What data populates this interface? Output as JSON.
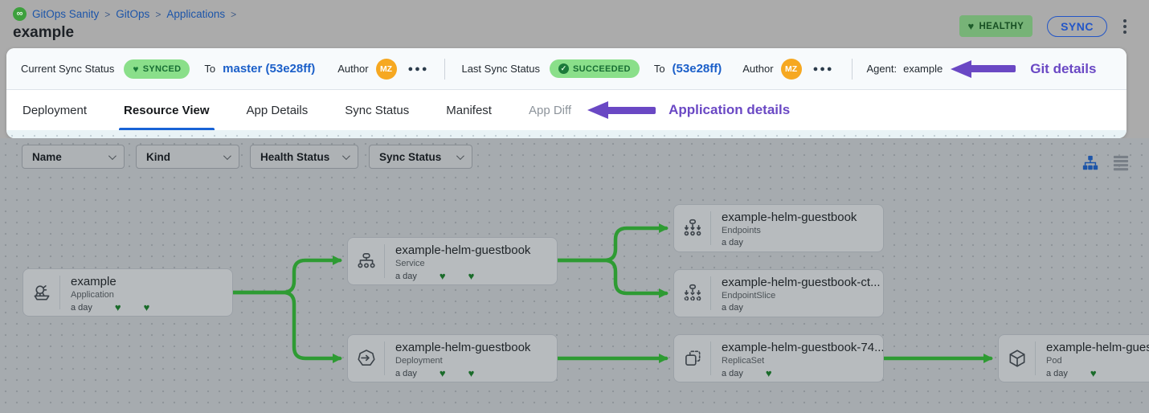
{
  "breadcrumb": {
    "items": [
      "GitOps Sanity",
      "GitOps",
      "Applications"
    ],
    "separator": ">"
  },
  "page": {
    "title": "example"
  },
  "header_actions": {
    "health_badge": "HEALTHY",
    "sync_button": "SYNC"
  },
  "sync_bar": {
    "current": {
      "label": "Current Sync Status",
      "status": "SYNCED",
      "to_label": "To",
      "commit": "master (53e28ff)",
      "author_label": "Author",
      "avatar": "MZ"
    },
    "last": {
      "label": "Last Sync Status",
      "status": "SUCCEEDED",
      "to_label": "To",
      "commit": "(53e28ff)",
      "author_label": "Author",
      "avatar": "MZ"
    },
    "agent_label": "Agent:",
    "agent_value": "example",
    "annotation": "Git details"
  },
  "tabs": {
    "items": [
      {
        "label": "Deployment",
        "state": "normal"
      },
      {
        "label": "Resource View",
        "state": "active"
      },
      {
        "label": "App Details",
        "state": "normal"
      },
      {
        "label": "Sync Status",
        "state": "normal"
      },
      {
        "label": "Manifest",
        "state": "normal"
      },
      {
        "label": "App Diff",
        "state": "disabled"
      }
    ],
    "annotation": "Application details"
  },
  "filters": {
    "dropdowns": [
      "Name",
      "Kind",
      "Health Status",
      "Sync Status"
    ]
  },
  "view_toggle": {
    "active": "tree-view",
    "options": [
      "tree-view",
      "list-view"
    ]
  },
  "graph": {
    "nodes": [
      {
        "name": "example",
        "kind": "Application",
        "age": "a day",
        "hearts": 2,
        "icon": "argo-app-icon"
      },
      {
        "name": "example-helm-guestbook",
        "kind": "Service",
        "age": "a day",
        "hearts": 2,
        "icon": "service-icon"
      },
      {
        "name": "example-helm-guestbook",
        "kind": "Endpoints",
        "age": "a day",
        "hearts": 0,
        "icon": "endpoints-icon"
      },
      {
        "name": "example-helm-guestbook-ct...",
        "kind": "EndpointSlice",
        "age": "a day",
        "hearts": 0,
        "icon": "endpointslice-icon"
      },
      {
        "name": "example-helm-guestbook",
        "kind": "Deployment",
        "age": "a day",
        "hearts": 2,
        "icon": "deployment-icon"
      },
      {
        "name": "example-helm-guestbook-74...",
        "kind": "ReplicaSet",
        "age": "a day",
        "hearts": 1,
        "icon": "replicaset-icon"
      },
      {
        "name": "example-helm-guest",
        "kind": "Pod",
        "age": "a day",
        "hearts": 1,
        "icon": "pod-icon"
      }
    ],
    "edges": [
      {
        "from": "example (Application)",
        "to": "example-helm-guestbook (Service)"
      },
      {
        "from": "example (Application)",
        "to": "example-helm-guestbook (Deployment)"
      },
      {
        "from": "example-helm-guestbook (Service)",
        "to": "example-helm-guestbook (Endpoints)"
      },
      {
        "from": "example-helm-guestbook (Service)",
        "to": "example-helm-guestbook-ct... (EndpointSlice)"
      },
      {
        "from": "example-helm-guestbook (Deployment)",
        "to": "example-helm-guestbook-74... (ReplicaSet)"
      },
      {
        "from": "example-helm-guestbook-74... (ReplicaSet)",
        "to": "example-helm-guest (Pod)"
      }
    ]
  },
  "colors": {
    "edge_green": "#2e9b33",
    "annotation_purple": "#6a48c4",
    "link_blue": "#1b5fc9",
    "pill_green": "#8adf8a",
    "avatar_orange": "#f6a821",
    "healthy_badge_green": "#77b377",
    "tab_underline_blue": "#1863d6"
  }
}
